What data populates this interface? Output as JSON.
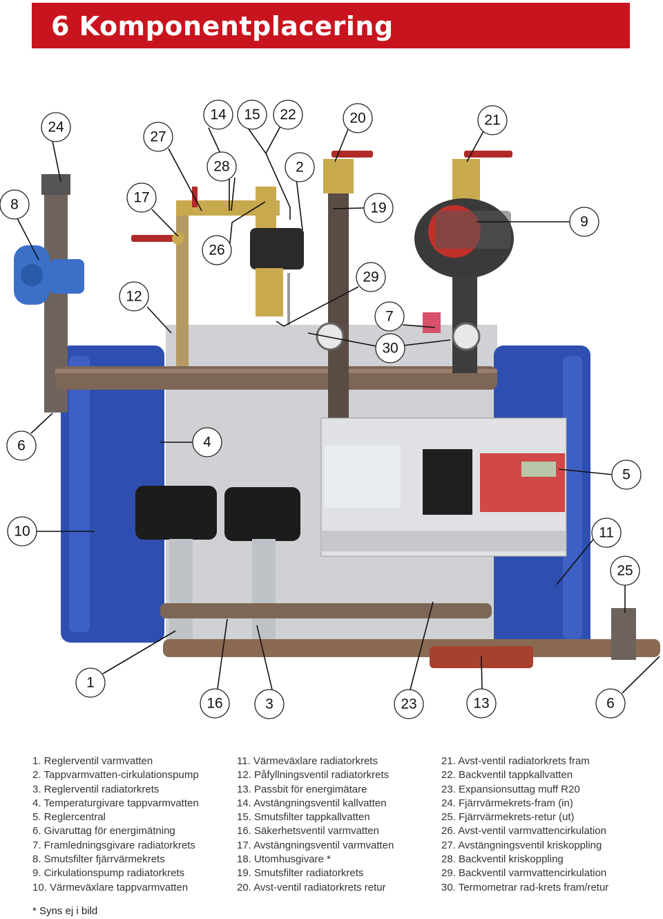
{
  "header": {
    "title": "6 Komponentplacering"
  },
  "callouts": [
    {
      "id": "c24",
      "label": "24"
    },
    {
      "id": "c27",
      "label": "27"
    },
    {
      "id": "c14",
      "label": "14"
    },
    {
      "id": "c15",
      "label": "15"
    },
    {
      "id": "c22",
      "label": "22"
    },
    {
      "id": "c20",
      "label": "20"
    },
    {
      "id": "c21",
      "label": "21"
    },
    {
      "id": "c28",
      "label": "28"
    },
    {
      "id": "c2",
      "label": "2"
    },
    {
      "id": "c8",
      "label": "8"
    },
    {
      "id": "c17",
      "label": "17"
    },
    {
      "id": "c19",
      "label": "19"
    },
    {
      "id": "c9",
      "label": "9"
    },
    {
      "id": "c26",
      "label": "26"
    },
    {
      "id": "c12",
      "label": "12"
    },
    {
      "id": "c29",
      "label": "29"
    },
    {
      "id": "c7",
      "label": "7"
    },
    {
      "id": "c30",
      "label": "30"
    },
    {
      "id": "c6a",
      "label": "6"
    },
    {
      "id": "c4",
      "label": "4"
    },
    {
      "id": "c5",
      "label": "5"
    },
    {
      "id": "c10",
      "label": "10"
    },
    {
      "id": "c11",
      "label": "11"
    },
    {
      "id": "c25",
      "label": "25"
    },
    {
      "id": "c1",
      "label": "1"
    },
    {
      "id": "c16",
      "label": "16"
    },
    {
      "id": "c3",
      "label": "3"
    },
    {
      "id": "c23",
      "label": "23"
    },
    {
      "id": "c13",
      "label": "13"
    },
    {
      "id": "c6b",
      "label": "6"
    }
  ],
  "legend": {
    "col1": [
      "1. Reglerventil varmvatten",
      "2. Tappvarmvatten-cirkulationspump",
      "3. Reglerventil radiatorkrets",
      "4. Temperaturgivare tappvarmvatten",
      "5. Reglercentral",
      "6. Givaruttag för energimätning",
      "7. Framledningsgivare radiatorkrets",
      "8. Smutsfilter fjärrvärmekrets",
      "9. Cirkulationspump radiatorkrets",
      "10. Värmeväxlare tappvarmvatten"
    ],
    "col2": [
      "11. Värmeväxlare radiatorkrets",
      "12. Påfyllningsventil radiatorkrets",
      "13. Passbit för energimätare",
      "14. Avstängningsventil kallvatten",
      "15. Smutsfilter tappkallvatten",
      "16. Säkerhetsventil varmvatten",
      "17. Avstängningsventil varmvatten",
      "18. Utomhusgivare *",
      "19. Smutsfilter radiatorkrets",
      "20. Avst-ventil radiatorkrets retur"
    ],
    "col3": [
      "21. Avst-ventil radiatorkrets fram",
      "22. Backventil tappkallvatten",
      "23. Expansionsuttag muff  R20",
      "24. Fjärrvärmekrets-fram (in)",
      "25. Fjärrvärmekrets-retur (ut)",
      "26. Avst-ventil varmvattencirkulation",
      "27. Avstängningsventil kriskoppling",
      "28. Backventil kriskoppling",
      "29. Backventil varmvattencirkulation",
      "30. Termometrar rad-krets fram/retur"
    ]
  },
  "footnote": "* Syns ej i bild",
  "colors": {
    "banner": "#c8141e",
    "heat_exchanger": "#2f4fb0",
    "copper_pipe": "#8a6a52",
    "pump_red": "#c0302a"
  }
}
